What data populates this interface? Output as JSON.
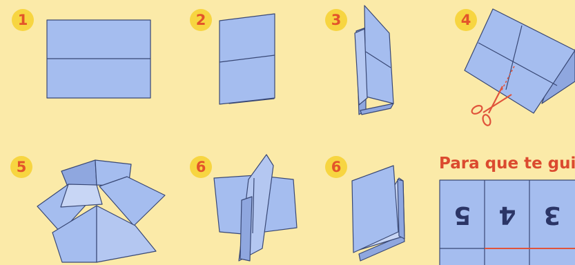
{
  "steps": [
    {
      "label": "1"
    },
    {
      "label": "2"
    },
    {
      "label": "3"
    },
    {
      "label": "4"
    },
    {
      "label": "5"
    },
    {
      "label": "6"
    },
    {
      "label": "6"
    }
  ],
  "guide": {
    "heading": "Para que te gui",
    "cells": [
      "5",
      "4",
      "3"
    ]
  },
  "colors": {
    "background": "#fbeaa8",
    "paper": "#a5bdef",
    "paper_shade": "#8fa7df",
    "outline": "#384774",
    "badge": "#f7d541",
    "badge_text": "#e3542a",
    "scissors": "#e0533a"
  }
}
